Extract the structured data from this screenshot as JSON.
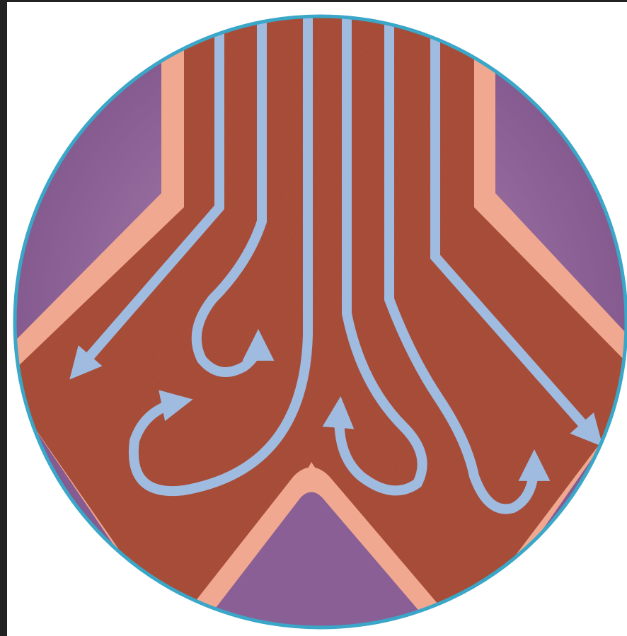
{
  "diagram": {
    "subject": "bifurcating-artery-blood-flow",
    "colors": {
      "outer_background": "#8a5f96",
      "vessel_wall": "#f0a890",
      "blood": "#a9442f",
      "flow_arrows": "#9fbbe0",
      "circle_rim": "#3aa6c8",
      "frame_border": "#222222"
    },
    "flow": {
      "straight_streamlines": 4,
      "vortex_arrows": 4,
      "outflow_arrows": 2
    }
  }
}
